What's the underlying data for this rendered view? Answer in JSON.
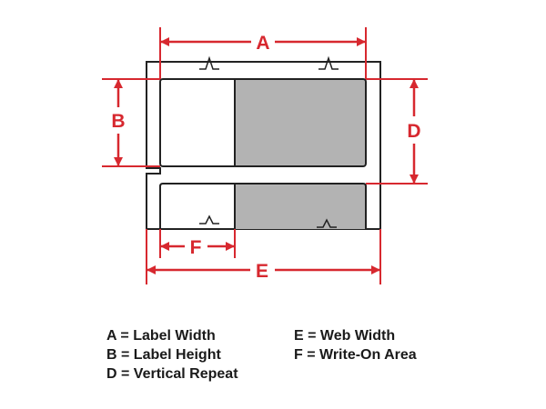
{
  "colors": {
    "dimension": "#d7282f",
    "outline": "#222222",
    "write_on_fill": "#b3b3b3",
    "background": "#ffffff"
  },
  "dimension_letters": {
    "a": "A",
    "b": "B",
    "d": "D",
    "e": "E",
    "f": "F"
  },
  "legend": {
    "left": [
      "A = Label Width",
      "B = Label Height",
      "D = Vertical Repeat"
    ],
    "right": [
      "E = Web Width",
      "F = Write-On Area"
    ]
  }
}
